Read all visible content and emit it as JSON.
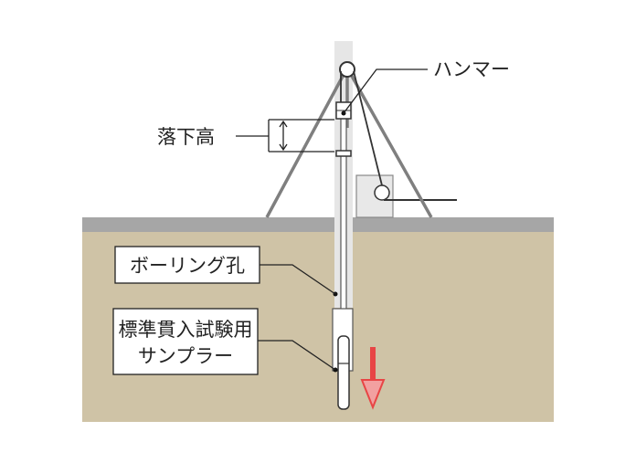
{
  "labels": {
    "hammer": "ハンマー",
    "drop_height": "落下高",
    "borehole": "ボーリング孔",
    "sampler_line1": "標準貫入試験用",
    "sampler_line2": "サンプラー"
  },
  "colors": {
    "ground_surface": "#a6a6a6",
    "soil": "#cfc3a6",
    "casing": "#e6e6e6",
    "frame": "#7f7f7f",
    "arrow": "#e84545"
  }
}
